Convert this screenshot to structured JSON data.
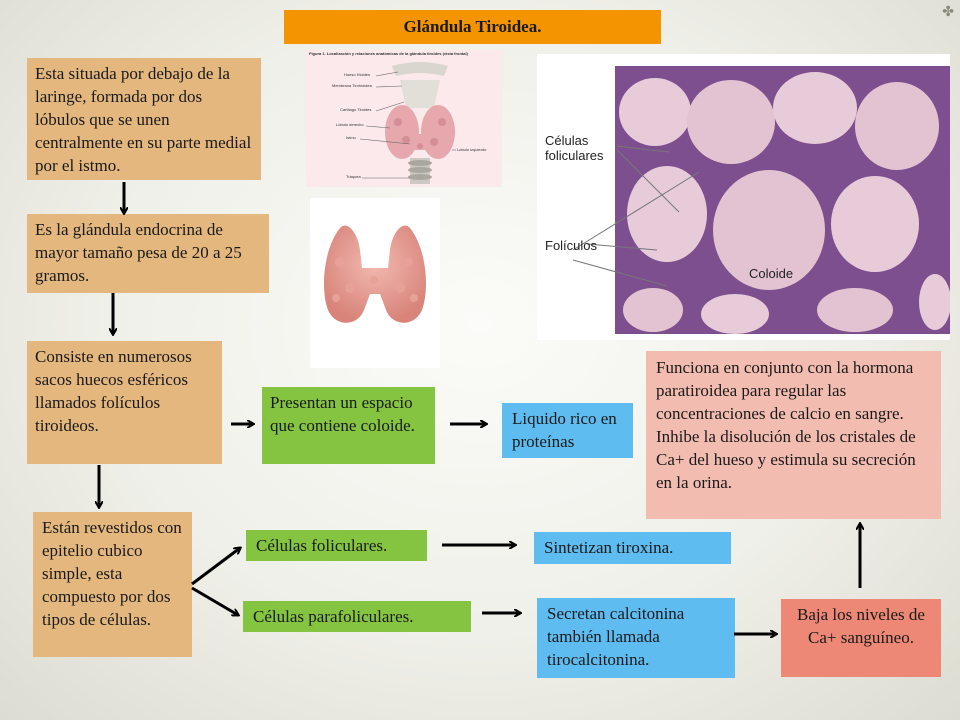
{
  "title": "Glándula Tiroidea.",
  "boxes": {
    "location": "Esta situada por debajo de la laringe, formada por dos lóbulos que se unen centralmente en su parte medial por el istmo.",
    "size": "Es la glándula endocrina de mayor tamaño pesa de 20 a 25 gramos.",
    "consists": "Consiste en numerosos sacos huecos esféricos llamados folículos tiroideos.",
    "space": "Presentan un espacio que contiene coloide.",
    "liquid": "Liquido rico en proteínas",
    "lined": "Están revestidos con epitelio cubico simple, esta compuesto por dos tipos de células.",
    "follicular_cells": "Células foliculares.",
    "parafollicular_cells": "Células parafoliculares.",
    "synthesize": "Sintetizan tiroxina.",
    "secrete": "Secretan calcitonina también llamada tirocalcitonina.",
    "lower_calcium": "Baja los niveles de Ca+ sanguíneo.",
    "function": "Funciona en conjunto con la hormona paratiroidea para regular las concentraciones de calcio en sangre. Inhibe la disolución de los cristales de Ca+ del hueso y estimula su secreción en la orina."
  },
  "anatomy_figure": {
    "caption": "Figura 1. Localización y relaciones anatómicas de la glándula tiroides (vista frontal)",
    "labels": [
      "Hueso Hioides",
      "Membrana Tirohioidea",
      "Cartílago Tiroides",
      "Lóbulo derecho",
      "Istmo",
      "Tráquea",
      "Lóbulo izquierdo"
    ]
  },
  "histology": {
    "labels": [
      "Células foliculares",
      "Folículos",
      "Coloide"
    ]
  },
  "colors": {
    "title": "#f39400",
    "tan": "#e3b77e",
    "green": "#84c441",
    "blue": "#5ebcf1",
    "pink": "#f3bcb1",
    "salmon": "#ec8875"
  },
  "corner_mark": "✤"
}
